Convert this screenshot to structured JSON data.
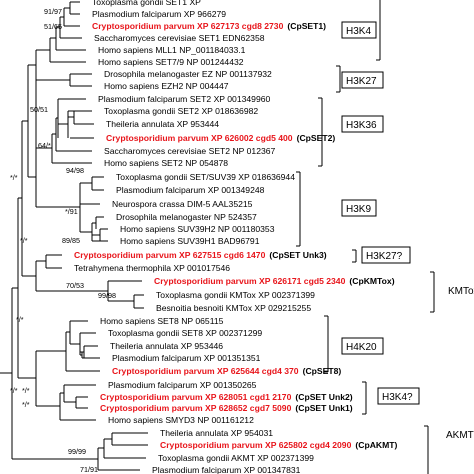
{
  "taxa": [
    {
      "label": "Toxoplasma gondii SET1 XP",
      "highlight": false
    },
    {
      "label": "Plasmodium falciparum XP 966279",
      "highlight": false
    },
    {
      "label": "Cryptosporidium parvum XP 627173 cgd8 2730",
      "suffix": "(CpSET1)",
      "highlight": true
    },
    {
      "label": "Saccharomyces cerevisiae SET1 EDN62358",
      "highlight": false
    },
    {
      "label": "Homo sapiens MLL1 NP_001184033.1",
      "highlight": false
    },
    {
      "label": "Homo sapiens SET7/9 NP 001244432",
      "highlight": false
    },
    {
      "label": "Drosophila melanogaster EZ NP 001137932",
      "highlight": false
    },
    {
      "label": "Homo sapiens EZH2 NP 004447",
      "highlight": false
    },
    {
      "label": "Plasmodium falciparum SET2 XP 001349960",
      "highlight": false
    },
    {
      "label": "Toxoplasma gondii SET2 XP 018636982",
      "highlight": false
    },
    {
      "label": "Theileria annulata XP 953444",
      "highlight": false
    },
    {
      "label": "Cryptosporidium parvum XP 626002 cgd5 400",
      "suffix": "(CpSET2)",
      "highlight": true
    },
    {
      "label": "Saccharomyces cerevisiae SET2 NP 012367",
      "highlight": false
    },
    {
      "label": "Homo sapiens SET2 NP 054878",
      "highlight": false
    },
    {
      "label": "Toxoplasma gondii SET/SUV39 XP 018636944",
      "highlight": false
    },
    {
      "label": "Plasmodium falciparum XP 001349248",
      "highlight": false
    },
    {
      "label": "Neurospora crassa DIM-5 AAL35215",
      "highlight": false
    },
    {
      "label": "Drosophila melanogaster NP 524357",
      "highlight": false
    },
    {
      "label": "Homo sapiens SUV39H2 NP 001180353",
      "highlight": false
    },
    {
      "label": "Homo sapiens SUV39H1 BAD96791",
      "highlight": false
    },
    {
      "label": "Cryptosporidium parvum XP 627515 cgd6 1470",
      "suffix": "(CpSET Unk3)",
      "highlight": true
    },
    {
      "label": "Tetrahymena thermophila XP 001017546",
      "highlight": false
    },
    {
      "label": "Cryptosporidium parvum XP 626171 cgd5 2340",
      "suffix": "(CpKMTox)",
      "highlight": true
    },
    {
      "label": "Toxoplasma gondii KMTox XP 002371399",
      "highlight": false
    },
    {
      "label": "Besnoitia besnoiti KMTox XP 029215255",
      "highlight": false
    },
    {
      "label": "Homo sapiens SET8 NP 065115",
      "highlight": false
    },
    {
      "label": "Toxoplasma gondii SET8 XP 002371299",
      "highlight": false
    },
    {
      "label": "Theileria annulata XP 953446",
      "highlight": false
    },
    {
      "label": "Plasmodium falciparum XP 001351351",
      "highlight": false
    },
    {
      "label": "Cryptosporidium parvum XP 625644 cgd4 370",
      "suffix": "(CpSET8)",
      "highlight": true
    },
    {
      "label": "Plasmodium falciparum XP 001350265",
      "highlight": false
    },
    {
      "label": "Cryptosporidium parvum XP 628051 cgd1 2170",
      "suffix": "(CpSET Unk2)",
      "highlight": true
    },
    {
      "label": "Cryptosporidium parvum XP 628652 cgd7 5090",
      "suffix": "(CpSET Unk1)",
      "highlight": true
    },
    {
      "label": "Homo sapiens SMYD3 NP 001161212",
      "highlight": false
    },
    {
      "label": "Theileria annulata XP 954031",
      "highlight": false
    },
    {
      "label": "Cryptosporidium parvum XP 625802 cgd4 2090",
      "suffix": "(CpAKMT)",
      "highlight": true
    },
    {
      "label": "Toxoplasma gondii AKMT XP 002371399",
      "highlight": false
    },
    {
      "label": "Plasmodium falciparum XP 001347831",
      "highlight": false
    }
  ],
  "groups": [
    "H3K4",
    "H3K27",
    "H3K36",
    "H3K9",
    "H3K27?",
    "KMTox",
    "H4K20",
    "H3K4?",
    "AKMT"
  ],
  "support_values": [
    "91/97",
    "51/65",
    "50/51",
    "64/*",
    "94/98",
    "*/91",
    "89/85",
    "*/*",
    "70/53",
    "99/98",
    "*/*",
    "*/*",
    "*/*",
    "*/*",
    "*/*",
    "99/99",
    "71/91"
  ]
}
